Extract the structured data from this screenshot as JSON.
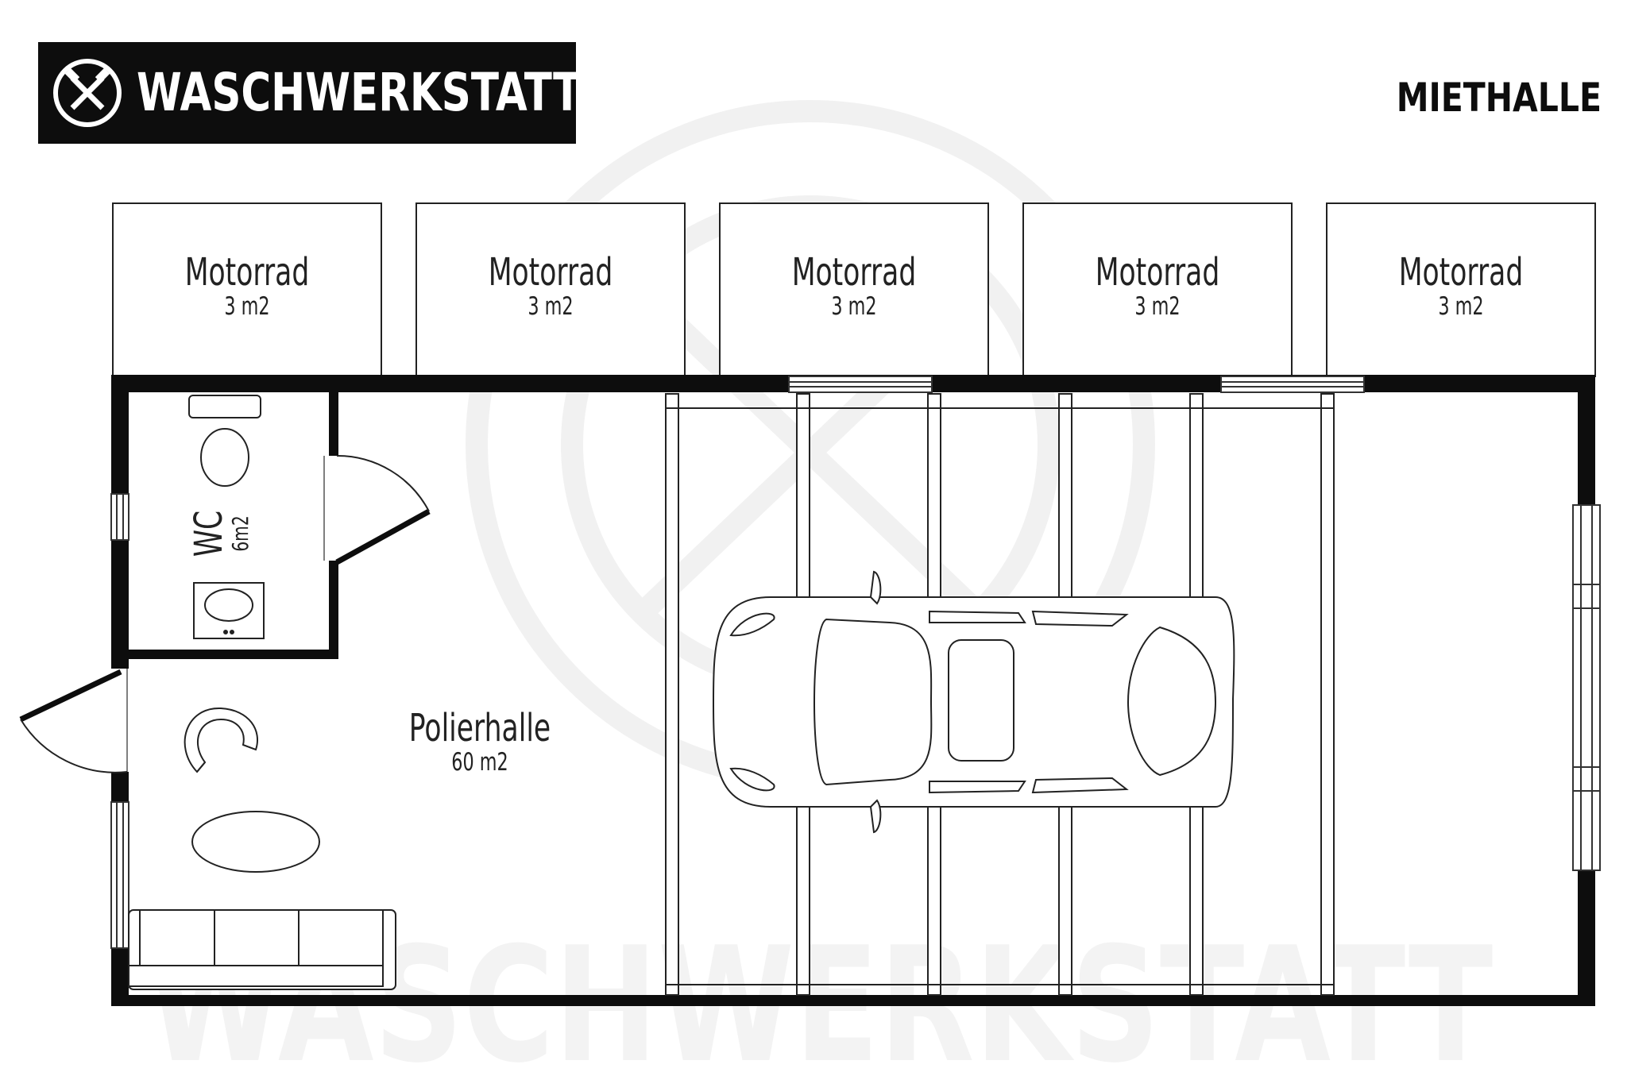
{
  "header": {
    "logo_text": "WASCHWERKSTATT",
    "logo_icon": "crossed-wrench-hammer-icon",
    "title": "MIETHALLE"
  },
  "watermark": {
    "text": "WASCHWERKSTATT"
  },
  "motorcycle_bays": [
    {
      "name": "Motorrad",
      "area": "3  m2"
    },
    {
      "name": "Motorrad",
      "area": "3  m2"
    },
    {
      "name": "Motorrad",
      "area": "3  m2"
    },
    {
      "name": "Motorrad",
      "area": "3  m2"
    },
    {
      "name": "Motorrad",
      "area": "3  m2"
    }
  ],
  "rooms": {
    "wc": {
      "name": "WC",
      "area": "6m2"
    },
    "main": {
      "name": "Polierhalle",
      "area": "60 m2"
    }
  },
  "furniture": [
    "toilet-icon",
    "sink-icon",
    "armchair-icon",
    "oval-table-icon",
    "sofa-icon",
    "car-icon"
  ],
  "colors": {
    "wall": "#0d0d0d",
    "line": "#111111",
    "background": "#ffffff",
    "watermark": "#f2f2f2"
  }
}
